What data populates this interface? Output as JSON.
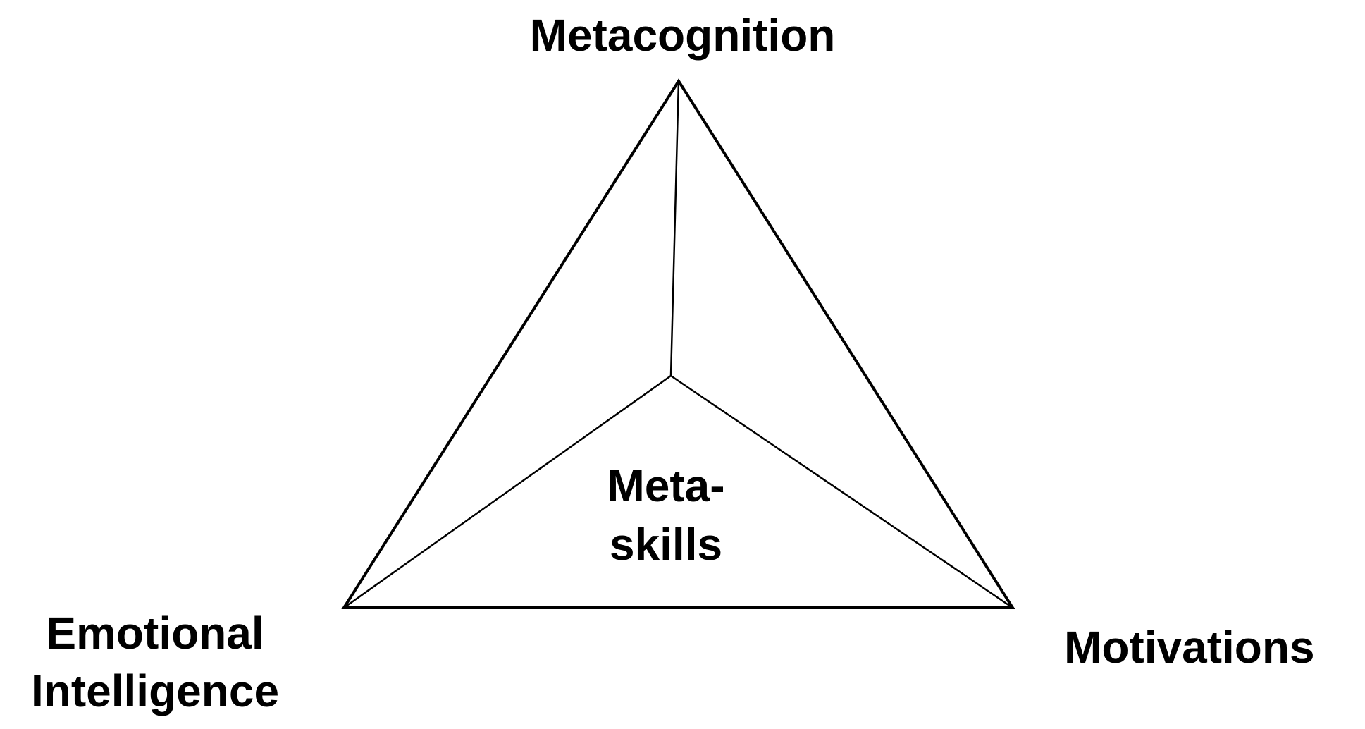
{
  "diagram": {
    "top_label": "Metacognition",
    "left_label_lines": [
      "Emotional",
      "Intelligence"
    ],
    "right_label": "Motivations",
    "center_label_lines": [
      "Meta-",
      "skills"
    ],
    "line_color": "#000000",
    "background": "#ffffff"
  }
}
